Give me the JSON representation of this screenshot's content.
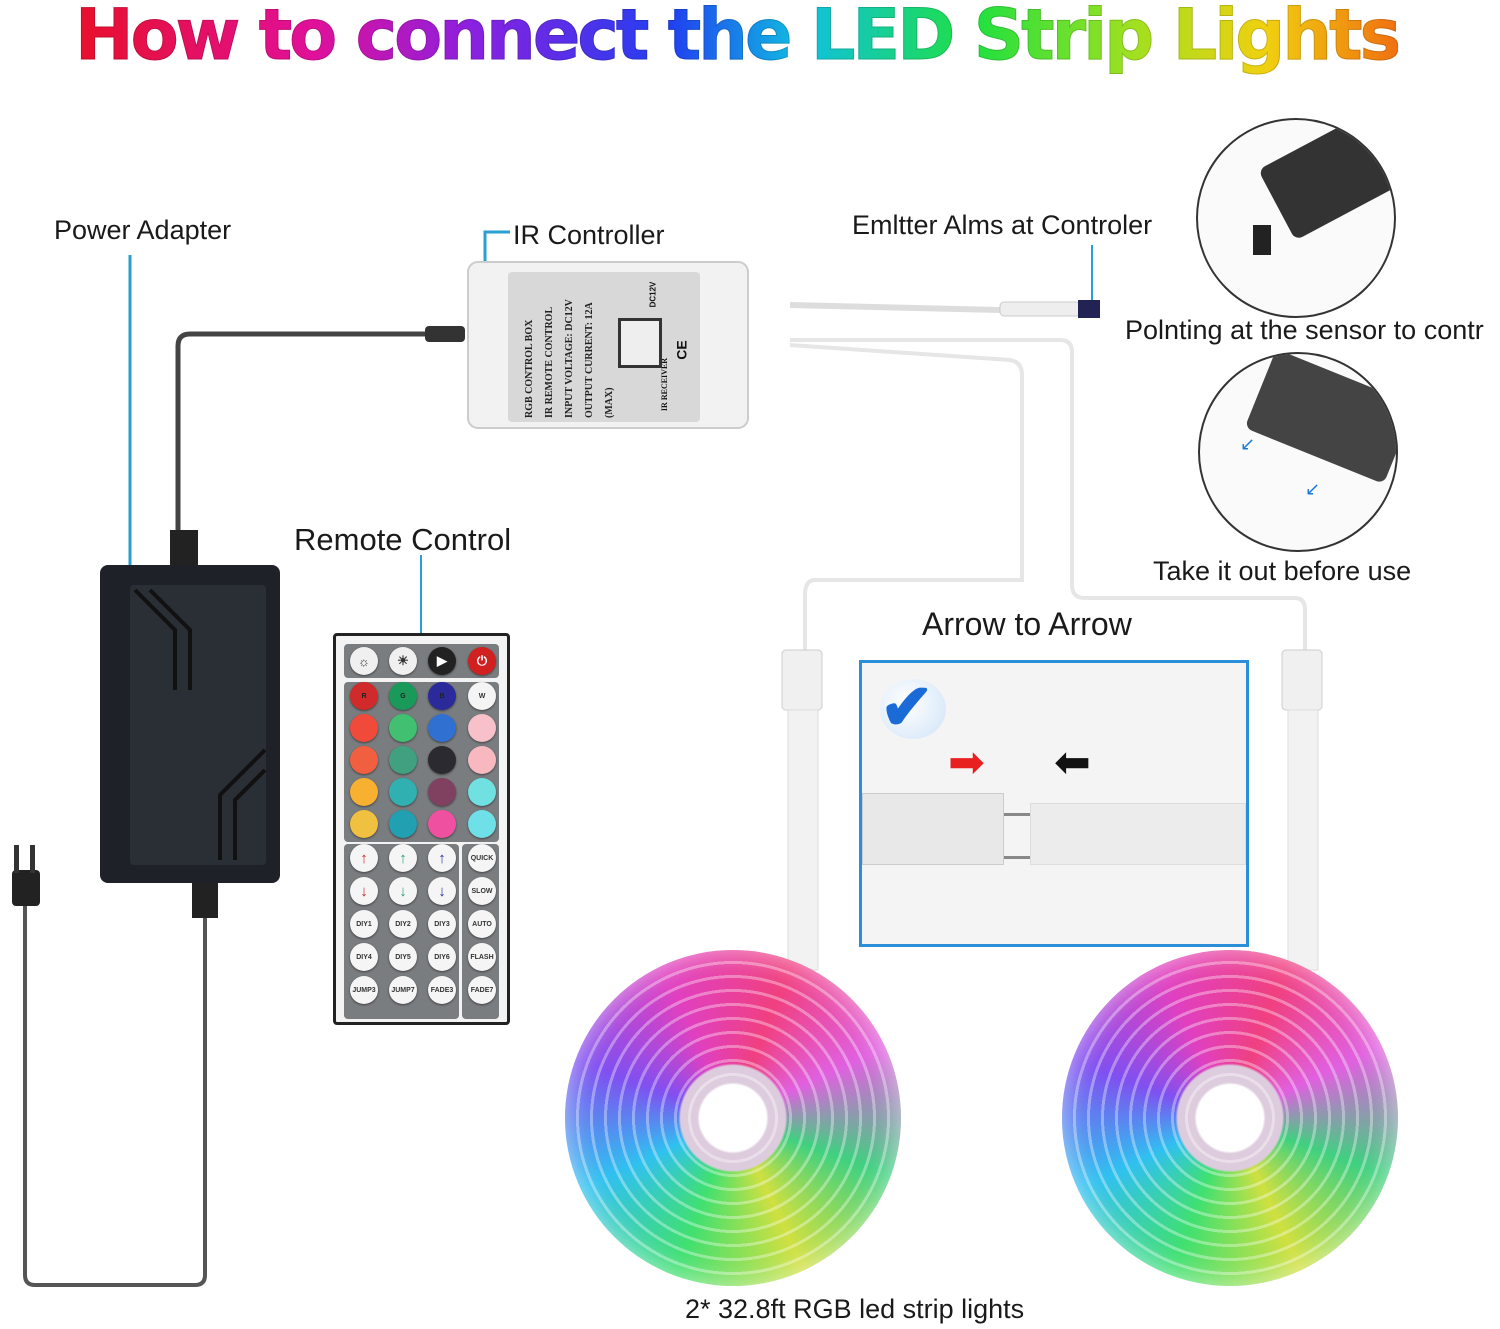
{
  "title": "How to connect the LED Strip Lights",
  "labels": {
    "power_adapter": "Power Adapter",
    "ir_controller": "IR Controller",
    "emitter": "Emltter Alms at Controler",
    "pointing": "Polnting at the sensor to contr",
    "take_out": "Take it out before use",
    "remote_control": "Remote Control",
    "arrow_to_arrow": "Arrow to Arrow",
    "strips": "2* 32.8ft  RGB led strip lights"
  },
  "controller_label": {
    "lines": [
      "RGB CONTROL BOX",
      "IR REMOTE CONTROL",
      "INPUT VOLTAGE: DC12V",
      "OUTPUT CURRENT: 12A (MAX)"
    ],
    "dc": "DC12V",
    "receiver": "IR RECEIVER",
    "ce": "CE"
  },
  "remote": {
    "top_row": [
      {
        "icon": "brightness-up-icon",
        "color": "#f0f0f0"
      },
      {
        "icon": "brightness-down-icon",
        "color": "#f0f0f0"
      },
      {
        "icon": "play-pause-icon",
        "color": "#222222"
      },
      {
        "icon": "power-icon",
        "color": "#d02020"
      }
    ],
    "color_rows": [
      [
        {
          "t": "R",
          "c": "#d02a2a"
        },
        {
          "t": "G",
          "c": "#1a9a5a"
        },
        {
          "t": "B",
          "c": "#2a2a9a"
        },
        {
          "t": "W",
          "c": "#f4f4f4"
        }
      ],
      [
        {
          "t": "",
          "c": "#f04a3a"
        },
        {
          "t": "",
          "c": "#40c070"
        },
        {
          "t": "",
          "c": "#3070d0"
        },
        {
          "t": "",
          "c": "#f8c0c8"
        }
      ],
      [
        {
          "t": "",
          "c": "#f06040"
        },
        {
          "t": "",
          "c": "#40a080"
        },
        {
          "t": "",
          "c": "#2a2a30"
        },
        {
          "t": "",
          "c": "#f8b8c0"
        }
      ],
      [
        {
          "t": "",
          "c": "#f8b030"
        },
        {
          "t": "",
          "c": "#30b0b0"
        },
        {
          "t": "",
          "c": "#804060"
        },
        {
          "t": "",
          "c": "#70e0e0"
        }
      ],
      [
        {
          "t": "",
          "c": "#f0c040"
        },
        {
          "t": "",
          "c": "#20a0b0"
        },
        {
          "t": "",
          "c": "#f050a0"
        },
        {
          "t": "",
          "c": "#70e0e8"
        }
      ]
    ],
    "func_rows": [
      [
        "↑",
        "↑",
        "↑",
        "QUICK"
      ],
      [
        "↓",
        "↓",
        "↓",
        "SLOW"
      ],
      [
        "DIY1",
        "DIY2",
        "DIY3",
        "AUTO"
      ],
      [
        "DIY4",
        "DIY5",
        "DIY6",
        "FLASH"
      ],
      [
        "JUMP3",
        "JUMP7",
        "FADE3",
        "FADE7"
      ]
    ],
    "arrow_colors": [
      "#d02020",
      "#20a070",
      "#2030a0"
    ]
  },
  "colors": {
    "accent_line": "#2a9fd0",
    "check": "#1a6ad8",
    "red_arrow": "#e82020",
    "black_arrow": "#111111"
  }
}
